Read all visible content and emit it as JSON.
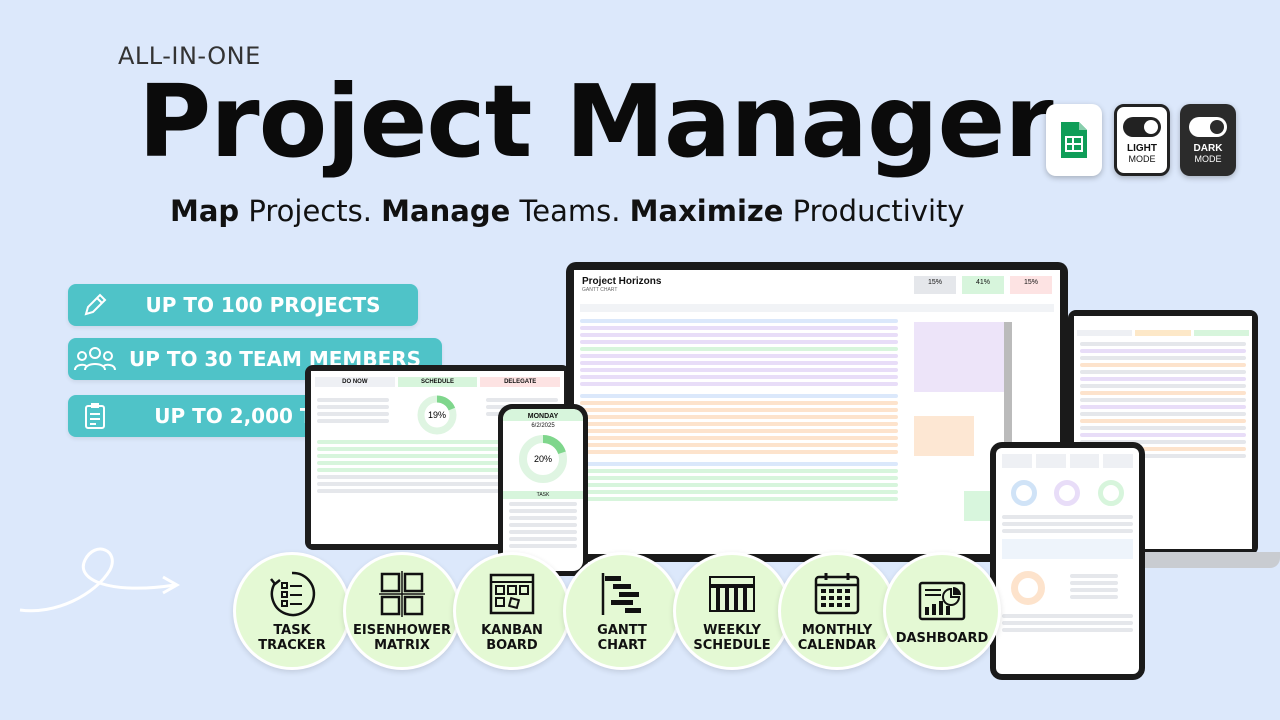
{
  "header": {
    "eyebrow": "ALL-IN-ONE",
    "title": "Project Manager",
    "tagline": [
      {
        "bold": "Map",
        "rest": " Projects. "
      },
      {
        "bold": "Manage",
        "rest": " Teams. "
      },
      {
        "bold": "Maximize",
        "rest": " Productivity"
      }
    ]
  },
  "badges": {
    "light": {
      "line1": "LIGHT",
      "line2": "MODE"
    },
    "dark": {
      "line1": "DARK",
      "line2": "MODE"
    }
  },
  "pills": [
    {
      "label": "UP TO 100 PROJECTS",
      "icon": "pencil-icon"
    },
    {
      "label": "UP TO 30 TEAM MEMBERS",
      "icon": "team-icon"
    },
    {
      "label": "UP TO 2,000 TASKS",
      "icon": "clipboard-icon"
    }
  ],
  "screens": {
    "monitor_title": "Project Horizons",
    "monitor_subtitle": "GANTT CHART",
    "monitor_pct": [
      "15%",
      "41%",
      "15%"
    ],
    "laptop_cols": [
      "DO NOW",
      "SCHEDULE",
      "DELEGATE"
    ],
    "laptop_pct": "19%",
    "phone_day": "MONDAY",
    "phone_date": "6/2/2025",
    "phone_pct": "20%",
    "phone_task_header": "TASK"
  },
  "features": [
    {
      "label": "TASK\nTRACKER",
      "icon": "task-tracker-icon"
    },
    {
      "label": "EISENHOWER\nMATRIX",
      "icon": "eisenhower-matrix-icon"
    },
    {
      "label": "KANBAN\nBOARD",
      "icon": "kanban-board-icon"
    },
    {
      "label": "GANTT\nCHART",
      "icon": "gantt-chart-icon"
    },
    {
      "label": "WEEKLY\nSCHEDULE",
      "icon": "weekly-schedule-icon"
    },
    {
      "label": "MONTHLY\nCALENDAR",
      "icon": "monthly-calendar-icon"
    },
    {
      "label": "DASHBOARD",
      "icon": "dashboard-icon"
    }
  ],
  "colors": {
    "background": "#dce8fb",
    "pill": "#4fc3c8",
    "feature_circle": "#e4f9d4",
    "sheets_green": "#0f9d58"
  }
}
